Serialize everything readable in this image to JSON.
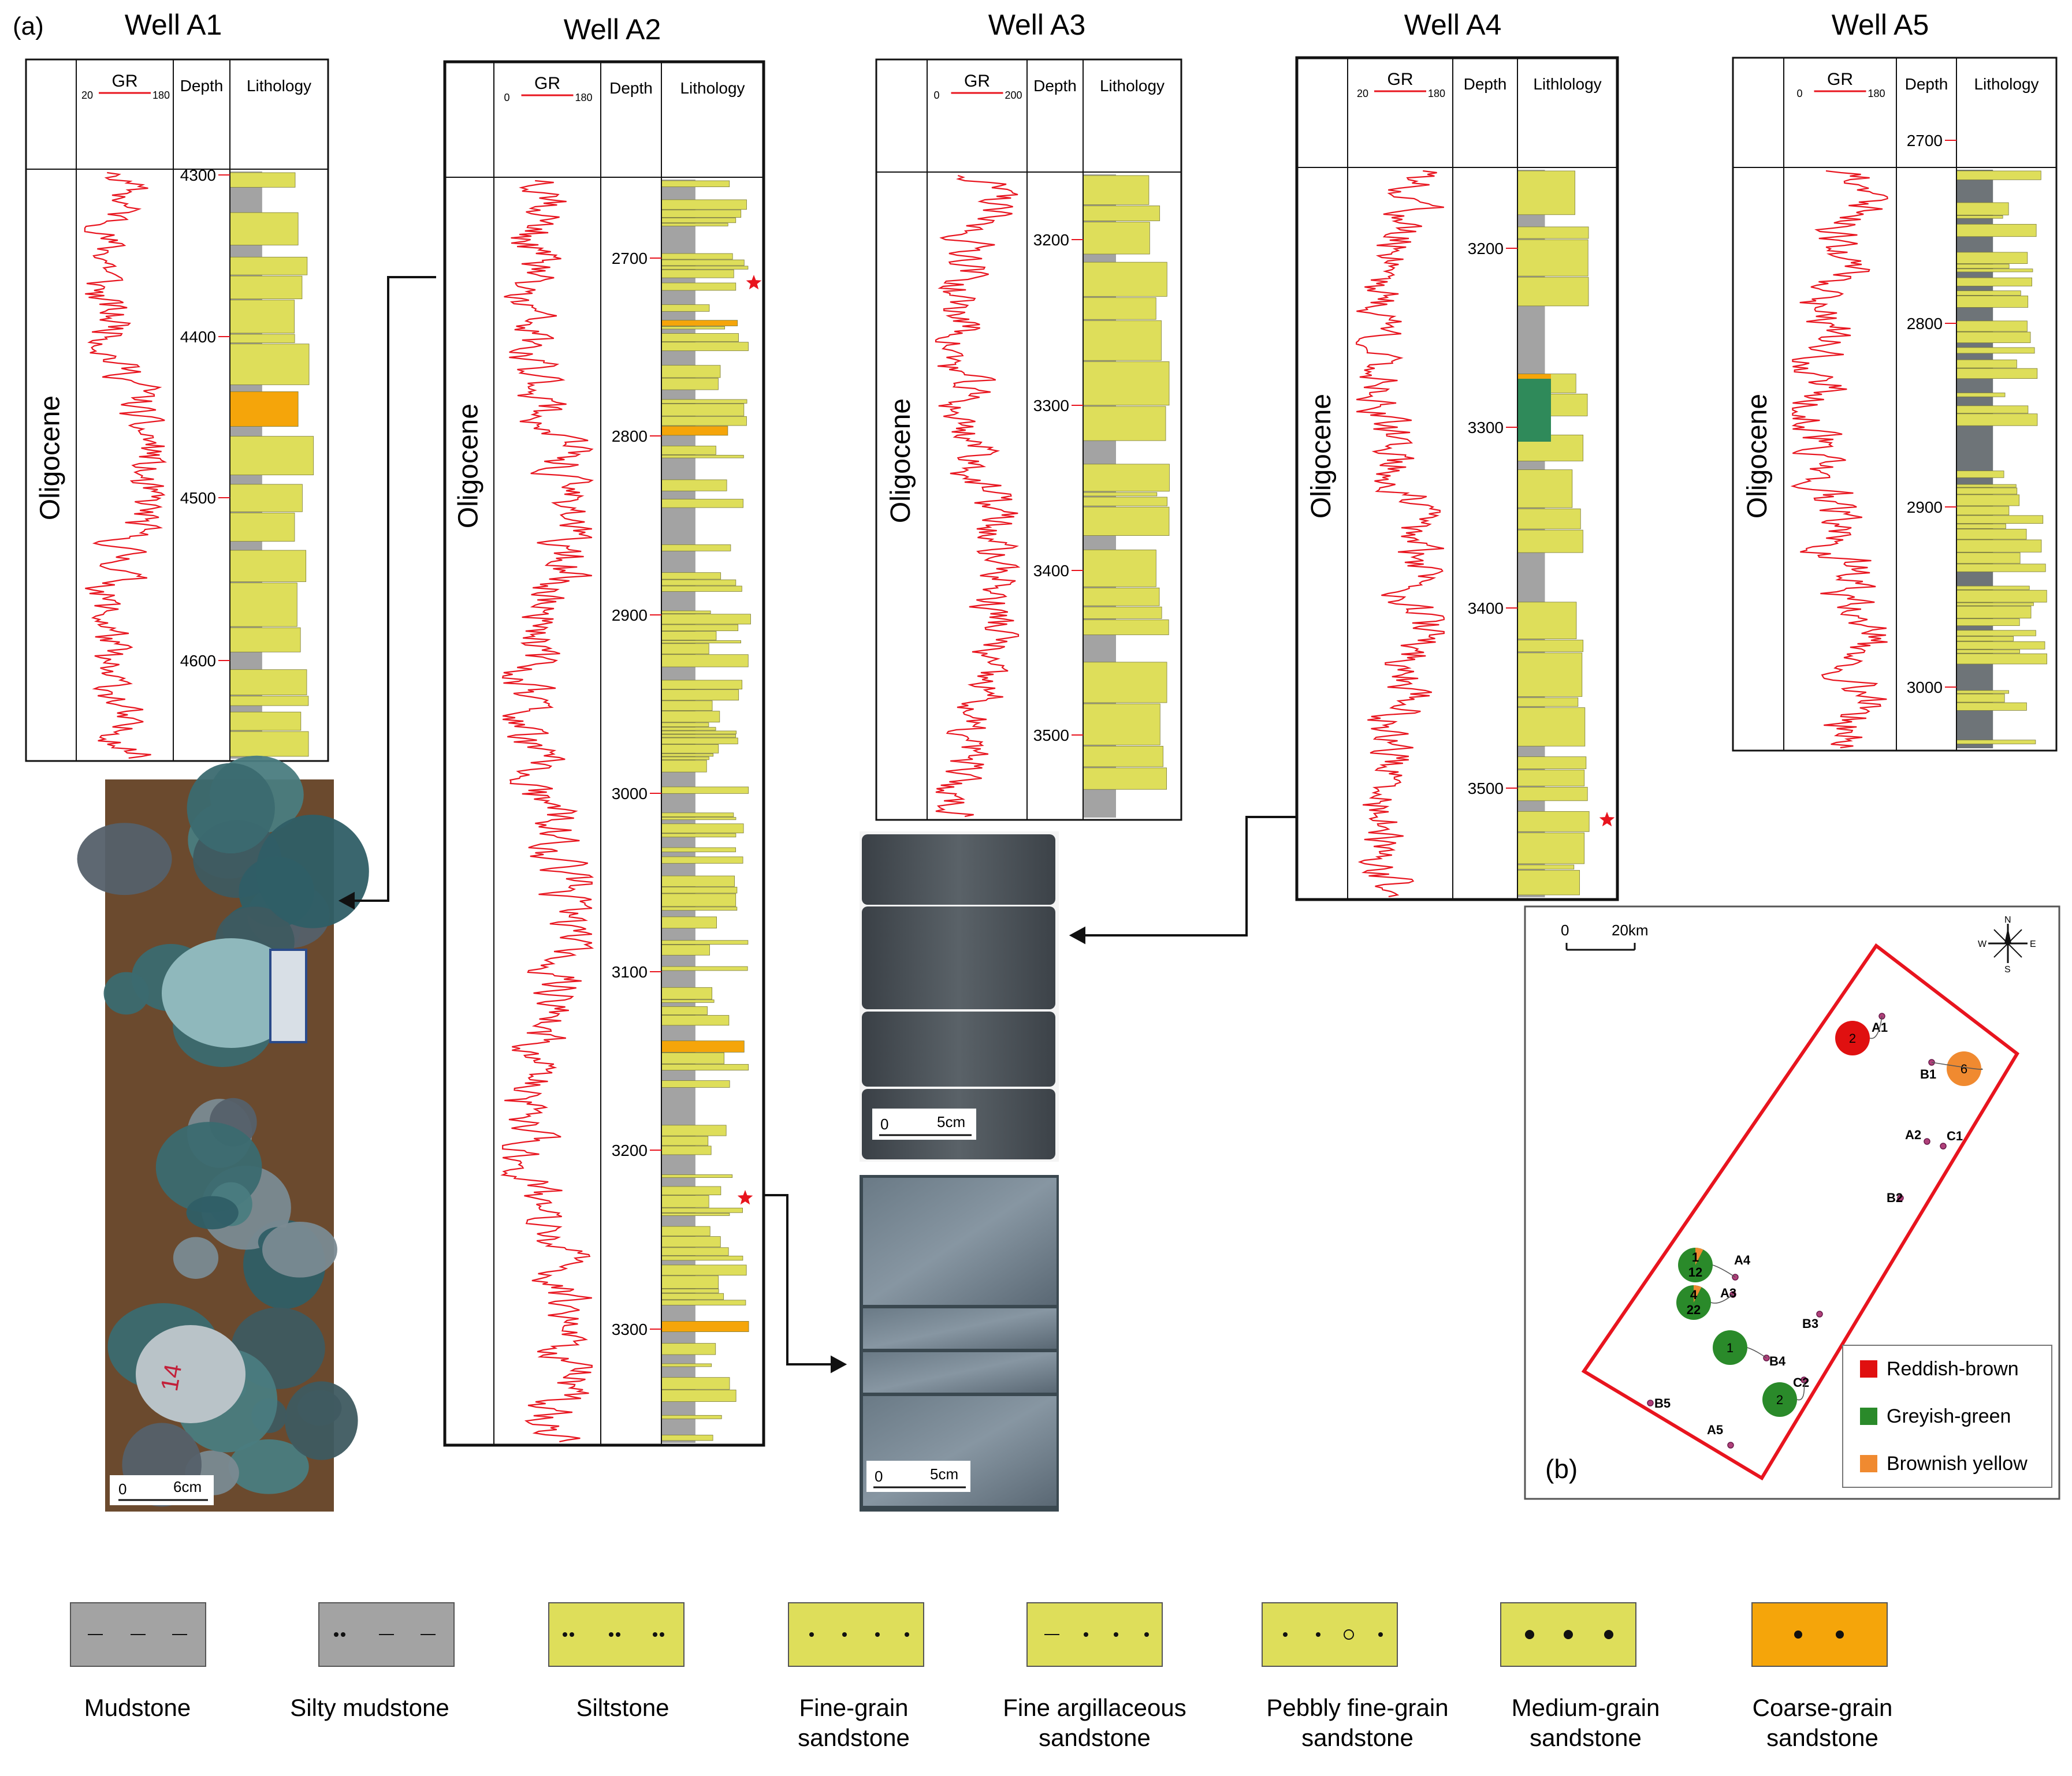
{
  "panel_a": "(a)",
  "panel_b": "(b)",
  "gr_label": "GR",
  "depth_header": "Depth",
  "lith_header": "Lithology",
  "lith_header_a4": "Lithlology",
  "age_label": "Oligocene",
  "wells": [
    {
      "id": "A1",
      "title": "Well A1",
      "gr_min": "20",
      "gr_max": "180",
      "depths": [
        "4300",
        "4400",
        "4500",
        "4600"
      ]
    },
    {
      "id": "A2",
      "title": "Well A2",
      "gr_min": "0",
      "gr_max": "180",
      "depths": [
        "2700",
        "2800",
        "2900",
        "3000",
        "3100",
        "3200",
        "3300"
      ]
    },
    {
      "id": "A3",
      "title": "Well A3",
      "gr_min": "0",
      "gr_max": "200",
      "depths": [
        "3200",
        "3300",
        "3400",
        "3500"
      ]
    },
    {
      "id": "A4",
      "title": "Well A4",
      "gr_min": "20",
      "gr_max": "180",
      "depths": [
        "3200",
        "3300",
        "3400",
        "3500"
      ]
    },
    {
      "id": "A5",
      "title": "Well A5",
      "gr_min": "0",
      "gr_max": "180",
      "depths": [
        "2700",
        "2800",
        "2900",
        "3000"
      ]
    }
  ],
  "photos": [
    {
      "id": "core-a1",
      "scale": "0",
      "scale_len": "6cm"
    },
    {
      "id": "core-a4",
      "scale": "0",
      "scale_len": "5cm"
    },
    {
      "id": "core-a2",
      "scale": "0",
      "scale_len": "5cm"
    }
  ],
  "map": {
    "scale_zero": "0",
    "scale_len": "20km",
    "compass": {
      "n": "N",
      "s": "S",
      "e": "E",
      "w": "W"
    },
    "wells": [
      "A1",
      "B1",
      "A2",
      "C1",
      "B2",
      "A4",
      "A3",
      "B3",
      "B4",
      "C2",
      "B5",
      "A5"
    ],
    "bubbles": [
      {
        "well": "A1",
        "value": "2",
        "category": "Reddish-brown"
      },
      {
        "well": "B1",
        "value": "6",
        "category": "Brownish yellow"
      },
      {
        "well": "A4",
        "value": "12",
        "category": "Greyish-green",
        "inner": "1"
      },
      {
        "well": "A3",
        "value": "22",
        "category": "Greyish-green",
        "inner": "4"
      },
      {
        "well": "B4",
        "value": "1",
        "category": "Greyish-green"
      },
      {
        "well": "C2",
        "value": "2",
        "category": "Greyish-green"
      }
    ],
    "legend": [
      {
        "label": "Reddish-brown",
        "color": "#e01010"
      },
      {
        "label": "Greyish-green",
        "color": "#2a8a2a"
      },
      {
        "label": "Brownish yellow",
        "color": "#f08a30"
      }
    ]
  },
  "lithology_legend": [
    {
      "label": [
        "Mudstone"
      ],
      "pattern": "dash",
      "fill": "#a3a3a3"
    },
    {
      "label": [
        "Silty mudstone"
      ],
      "pattern": "dotdash",
      "fill": "#a3a3a3"
    },
    {
      "label": [
        "Siltstone"
      ],
      "pattern": "dotpairs",
      "fill": "#dede5a"
    },
    {
      "label": [
        "Fine-grain",
        "sandstone"
      ],
      "pattern": "dots",
      "fill": "#dede5a"
    },
    {
      "label": [
        "Fine argillaceous",
        "sandstone"
      ],
      "pattern": "dashdots",
      "fill": "#dede5a"
    },
    {
      "label": [
        "Pebbly fine-grain",
        "sandstone"
      ],
      "pattern": "pebble",
      "fill": "#dede5a"
    },
    {
      "label": [
        "Medium-grain",
        "sandstone"
      ],
      "pattern": "bigdots",
      "fill": "#dede5a"
    },
    {
      "label": [
        "Coarse-grain",
        "sandstone"
      ],
      "pattern": "coarse",
      "fill": "#f5a50a"
    }
  ],
  "colors": {
    "gr_curve": "#e8141e",
    "sand": "#dede5a",
    "mud": "#a3a3a3",
    "coarse": "#f5a50a",
    "green": "#2f8a5a",
    "dark_mud": "#6e7478",
    "frame": "#111111",
    "map_border": "#e8141e"
  }
}
